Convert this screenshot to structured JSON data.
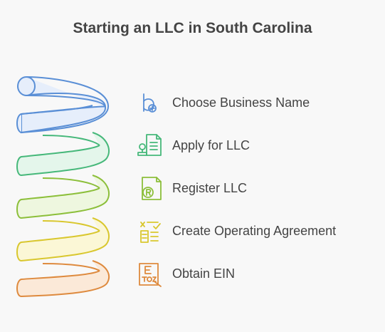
{
  "title": "Starting an LLC in South Carolina",
  "steps": [
    {
      "label": "Choose Business Name",
      "icon": "brand-name-icon",
      "color": "#5a8fd6",
      "fill": "#e6eefb"
    },
    {
      "label": "Apply for LLC",
      "icon": "application-stamp-icon",
      "color": "#46b87a",
      "fill": "#e4f6eb"
    },
    {
      "label": "Register LLC",
      "icon": "registered-document-icon",
      "color": "#8cbf3a",
      "fill": "#eef7df"
    },
    {
      "label": "Create Operating Agreement",
      "icon": "agreement-checklist-icon",
      "color": "#d9c72e",
      "fill": "#fbf7d6"
    },
    {
      "label": "Obtain EIN",
      "icon": "ein-card-icon",
      "color": "#de8a3e",
      "fill": "#fbe9d8"
    }
  ]
}
